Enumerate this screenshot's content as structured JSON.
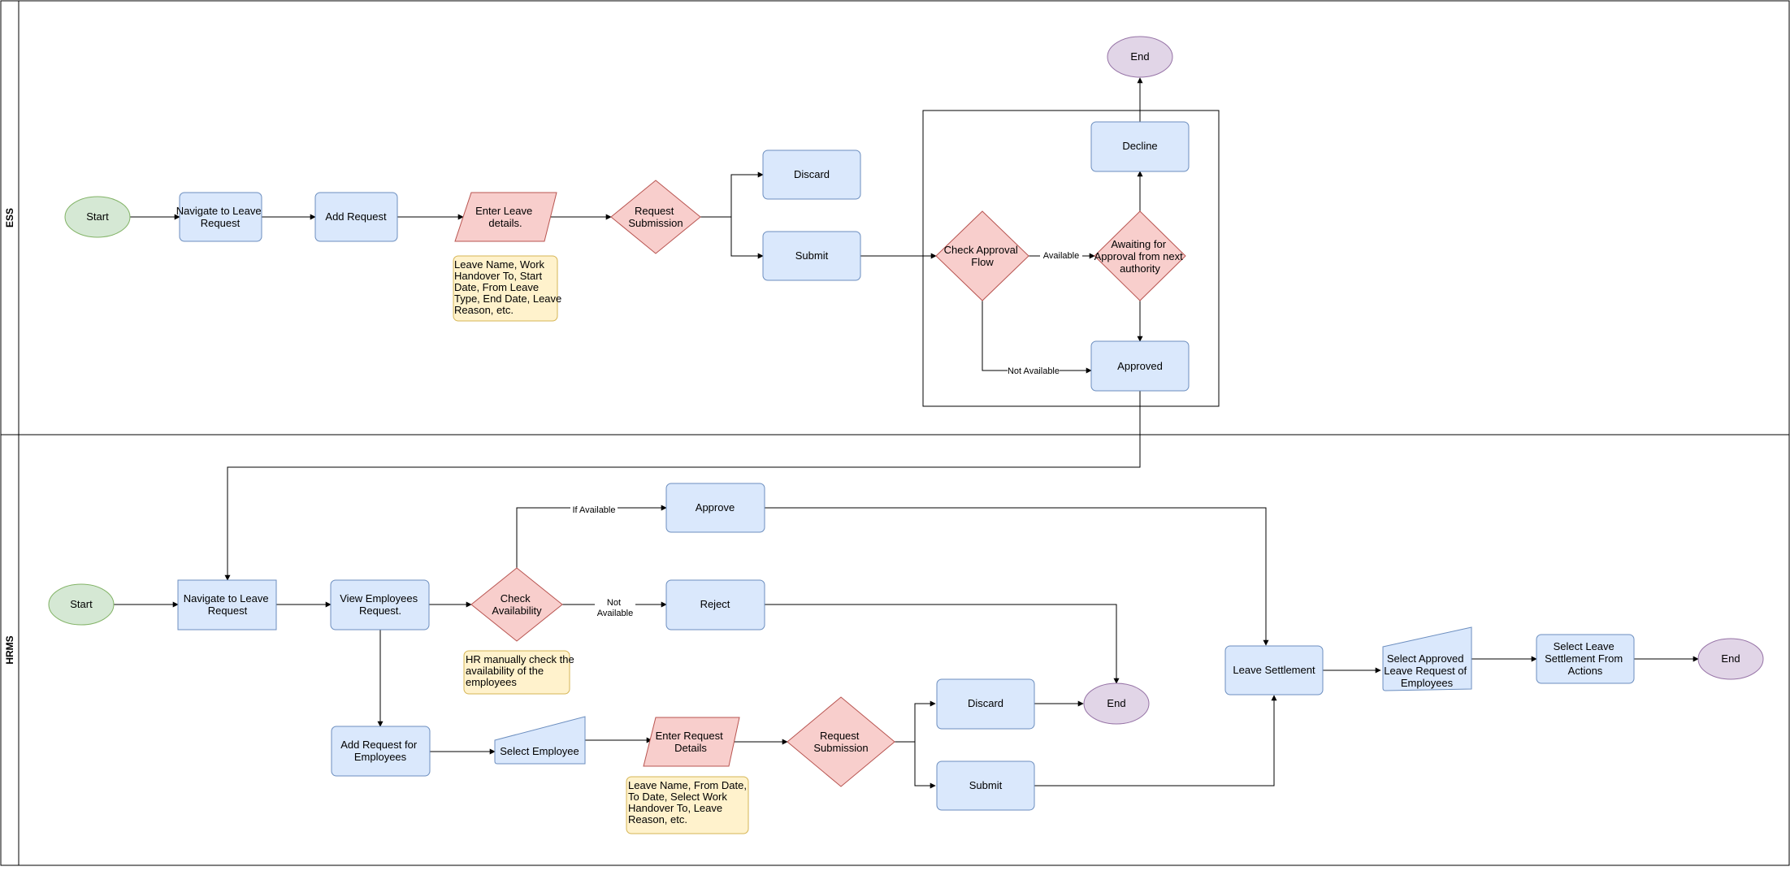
{
  "lanes": {
    "ess": "ESS",
    "hrms": "HRMS"
  },
  "colors": {
    "start_fill": "#d5e8d4",
    "start_stroke": "#82b366",
    "end_fill": "#e1d5e7",
    "end_stroke": "#9673a6",
    "process_fill": "#dae8fc",
    "process_stroke": "#6c8ebf",
    "decision_fill": "#f8cecc",
    "decision_stroke": "#b85450",
    "note_fill": "#fff2cc",
    "note_stroke": "#d6b656"
  },
  "ess": {
    "start": "Start",
    "navigate": [
      "Navigate to Leave",
      "Request"
    ],
    "add_request": "Add Request",
    "enter_details": [
      "Enter Leave",
      "details."
    ],
    "note": [
      "Leave Name, Work",
      "Handover To, Start",
      "Date, From Leave",
      "Type, End Date, Leave",
      "Reason, etc."
    ],
    "request_submission": [
      "Request",
      "Submission"
    ],
    "discard": "Discard",
    "submit": "Submit",
    "check_approval": [
      "Check Approval",
      "Flow"
    ],
    "available_label": "Available",
    "awaiting": [
      "Awaiting for",
      "Approval from next",
      "authority"
    ],
    "decline": "Decline",
    "end": "End",
    "approved": "Approved",
    "not_available_label": "Not Available"
  },
  "hrms": {
    "start": "Start",
    "navigate": [
      "Navigate to  Leave",
      "Request"
    ],
    "view_requests": [
      "View Employees",
      "Request."
    ],
    "check_availability": [
      "Check",
      "Availability"
    ],
    "if_available_label": "If Available",
    "not_available_label": [
      "Not",
      "Available"
    ],
    "approve": "Approve",
    "reject": "Reject",
    "note_manual": [
      "HR manually check the",
      "availability of the",
      "employees"
    ],
    "add_request": [
      "Add Request for",
      "Employees"
    ],
    "select_employee": "Select Employee",
    "enter_details": [
      "Enter Request",
      "Details"
    ],
    "note_details": [
      "Leave Name, From Date,",
      "To Date, Select Work",
      "Handover To, Leave",
      "Reason, etc."
    ],
    "request_submission": [
      "Request",
      "Submission"
    ],
    "discard": "Discard",
    "submit": "Submit",
    "end_mid": "End",
    "leave_settlement": "Leave Settlement",
    "select_approved": [
      "Select Approved",
      "Leave Request of",
      "Employees"
    ],
    "select_settlement": [
      "Select Leave",
      "Settlement From",
      "Actions"
    ],
    "end_final": "End"
  }
}
